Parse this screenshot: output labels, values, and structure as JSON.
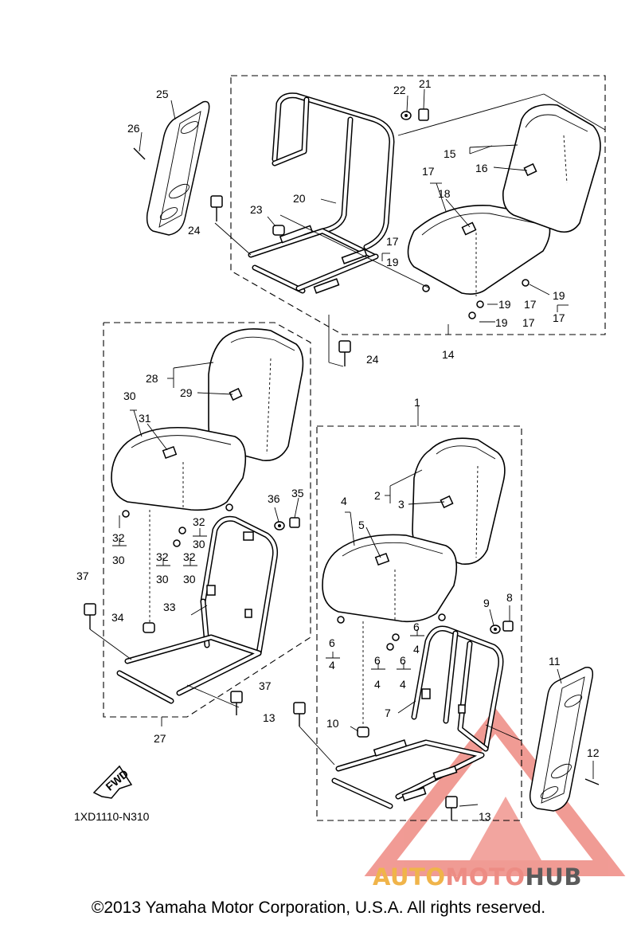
{
  "callouts": {
    "c1": "1",
    "c2": "2",
    "c3": "3",
    "c4": "4",
    "c5": "5",
    "c6": "6",
    "c7": "7",
    "c8": "8",
    "c9": "9",
    "c10": "10",
    "c11": "11",
    "c12": "12",
    "c13": "13",
    "c14": "14",
    "c15": "15",
    "c16": "16",
    "c17": "17",
    "c18": "18",
    "c19": "19",
    "c20": "20",
    "c21": "21",
    "c22": "22",
    "c23": "23",
    "c24": "24",
    "c25": "25",
    "c26": "26",
    "c27": "27",
    "c28": "28",
    "c29": "29",
    "c30": "30",
    "c31": "31",
    "c32": "32",
    "c33": "33",
    "c34": "34",
    "c35": "35",
    "c36": "36",
    "c37": "37"
  },
  "diagram_code": "1XD1110-N310",
  "fwd_label": "FWD",
  "copyright": "©2013 Yamaha Motor Corporation, U.S.A. All rights reserved.",
  "watermark": {
    "part1": "AUTO",
    "part2": "MOTO",
    "part3": "HUB",
    "colors": {
      "auto": "#f0b44a",
      "moto": "#ed8c84",
      "hub": "#5a5a5a",
      "triangle": "#ee8a82"
    }
  }
}
